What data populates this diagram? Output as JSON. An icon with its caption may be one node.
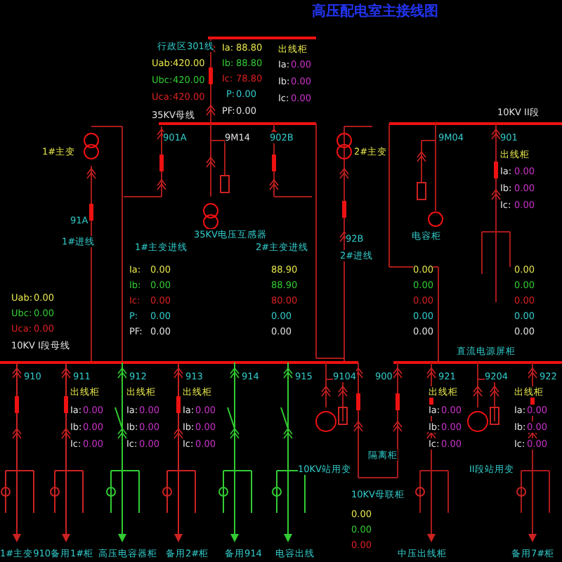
{
  "diagram": {
    "title": "高压配电室主接线图",
    "labels": [
      "行政区301线",
      "Uab:",
      "420.00",
      "Ubc:",
      "420.00",
      "Uca:",
      "420.00",
      "35KV母线",
      "Ia:",
      "88.80",
      "Ib:",
      "88.80",
      "Ic:",
      "78.80",
      "P:",
      "0.00",
      "PF:",
      "0.00",
      "出线柜",
      "Ia:",
      "0.00",
      "Ib:",
      "0.00",
      "Ic:",
      "0.00",
      "10KV II段",
      "1#主变",
      "901A",
      "9M14",
      "902B",
      "2#主变",
      "9M04",
      "901",
      "出线柜",
      "Ia:",
      "0.00",
      "Ib:",
      "0.00",
      "Ic:",
      "0.00",
      "91A",
      "1#进线",
      "1#主变进线",
      "35KV电压互感器",
      "2#主变进线",
      "92B",
      "2#进线",
      "电容柜",
      "直流电源屏柜",
      "Ia:",
      "0.00",
      "88.90",
      "0.00",
      "0.00",
      "Ib:",
      "0.00",
      "88.90",
      "0.00",
      "0.00",
      "Ic:",
      "0.00",
      "80.00",
      "0.00",
      "0.00",
      "P:",
      "0.00",
      "0.00",
      "0.00",
      "0.00",
      "PF:",
      "0.00",
      "0.00",
      "0.00",
      "0.00",
      "Uab:",
      "0.00",
      "Ubc:",
      "0.00",
      "Uca:",
      "0.00",
      "10KV I段母线",
      "910",
      "911",
      "912",
      "913",
      "914",
      "915",
      "9104",
      "900",
      "921",
      "9204",
      "922",
      "出线柜",
      "出线柜",
      "出线柜",
      "出线柜",
      "出线柜",
      "Ia:",
      "0.00",
      "Ia:",
      "0.00",
      "Ia:",
      "0.00",
      "Ia:",
      "0.00",
      "Ia:",
      "0.00",
      "Ib:",
      "0.00",
      "Ib:",
      "0.00",
      "Ib:",
      "0.00",
      "Ib:",
      "0.00",
      "Ib:",
      "0.00",
      "Ic:",
      "0.00",
      "Ic:",
      "0.00",
      "Ic:",
      "0.00",
      "Ic:",
      "0.00",
      "Ic:",
      "0.00",
      "隔离柜",
      "10KV站用变",
      "II段站用变",
      "10KV母联柜",
      "0.00",
      "0.00",
      "0.00",
      "1#主变910",
      "备用1#柜",
      "高压电容器柜",
      "备用2#柜",
      "备用914",
      "电容出线",
      "中压出线柜",
      "备用7#柜"
    ]
  }
}
